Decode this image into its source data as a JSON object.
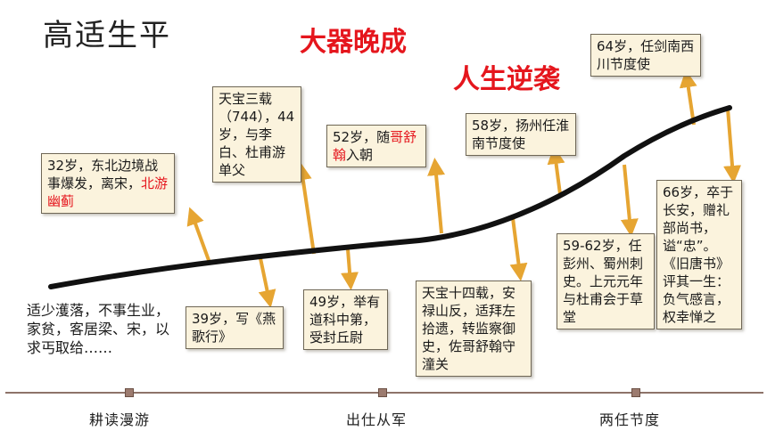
{
  "title": "高适生平",
  "slogan1": "大器晚成",
  "slogan2": "人生逆袭",
  "intro": "适少濩落，不事生业，家贫，客居梁、宋，以求丐取给……",
  "events": [
    {
      "id": "e32",
      "text": "32岁，东北边境战事爆发，离宋，",
      "highlight": "北游幽蓟",
      "tail": ""
    },
    {
      "id": "e39",
      "text": "39岁，写《燕歌行》",
      "highlight": "",
      "tail": ""
    },
    {
      "id": "e44",
      "text": "天宝三载（744），44岁，与李白、杜甫游单父",
      "highlight": "",
      "tail": ""
    },
    {
      "id": "e49",
      "text": "49岁，举有道科中第，受封丘尉",
      "highlight": "",
      "tail": ""
    },
    {
      "id": "e52",
      "text": "52岁，随",
      "highlight": "哥舒翰",
      "tail": "入朝"
    },
    {
      "id": "e55",
      "text": "天宝十四载，安禄山反，适拜左拾遗，转监察御史，佐哥舒翰守潼关",
      "highlight": "",
      "tail": ""
    },
    {
      "id": "e58",
      "text": "58岁，扬州任淮南节度使",
      "highlight": "",
      "tail": ""
    },
    {
      "id": "e59",
      "text": "59-62岁，任彭州、蜀州刺史。上元元年与杜甫会于草堂",
      "highlight": "",
      "tail": ""
    },
    {
      "id": "e64",
      "text": "64岁，任剑南西川节度使",
      "highlight": "",
      "tail": ""
    },
    {
      "id": "e66",
      "text": "66岁，卒于长安，赠礼部尚书，谥“忠”。《旧唐书》评其一生：负气感言，权幸惮之",
      "highlight": "",
      "tail": ""
    }
  ],
  "stages": [
    "耕读漫游",
    "出仕从军",
    "两任节度"
  ],
  "colors": {
    "accent": "#e5161d",
    "arrow": "#e6a532",
    "box_bg": "#fbf3dd",
    "curve": "#111111"
  }
}
